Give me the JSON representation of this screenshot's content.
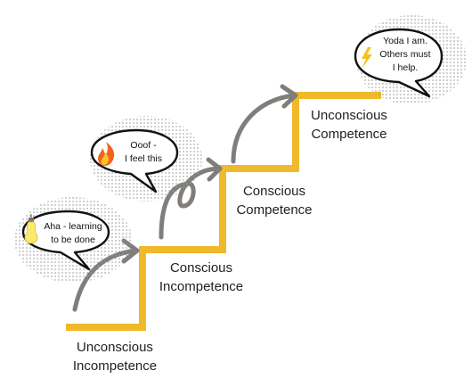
{
  "colors": {
    "stairs": "#f0b92b",
    "arrow": "#807d7a",
    "bubble_outline": "#111111",
    "bubble_fill": "#ffffff",
    "halftone": "#9a9a9a"
  },
  "stages": [
    {
      "line1": "Unconscious",
      "line2": "Incompetence"
    },
    {
      "line1": "Conscious",
      "line2": "Incompetence"
    },
    {
      "line1": "Conscious",
      "line2": "Competence"
    },
    {
      "line1": "Unconscious",
      "line2": "Competence"
    }
  ],
  "bubbles": [
    {
      "icon": "lightbulb-icon",
      "line1": "Aha - learning",
      "line2": "to be done",
      "line3": ""
    },
    {
      "icon": "fire-icon",
      "line1": "Ooof -",
      "line2": "I feel this",
      "line3": ""
    },
    {
      "icon": "lightning-icon",
      "line1": "Yoda I am.",
      "line2": "Others must",
      "line3": "I help."
    }
  ]
}
